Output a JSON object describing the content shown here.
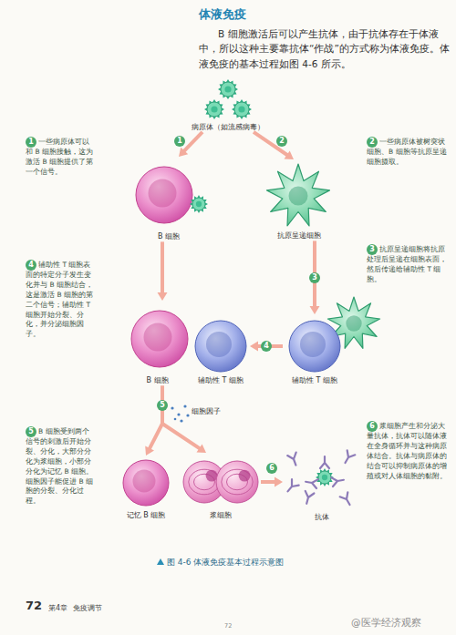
{
  "diagram": {
    "title": "体液免疫",
    "caption": "图 4-6 体液免疫基本过程示意图",
    "nodes": [
      {
        "text": [
          "病原体（如流感病毒）"
        ]
      },
      {
        "text": [
          "B 细胞"
        ]
      },
      {
        "text": [
          "抗原呈递细胞"
        ]
      },
      {
        "text": [
          "B 细胞"
        ]
      },
      {
        "text": [
          "辅助性 T 细胞"
        ]
      },
      {
        "text": [
          "辅助性 T 细胞"
        ]
      },
      {
        "text": [
          "记忆 B 细胞"
        ]
      },
      {
        "text": [
          "浆细胞"
        ]
      },
      {
        "text": [
          "抗体"
        ]
      }
    ],
    "edges": [
      {
        "from": 0,
        "to": 1,
        "arrow": "to"
      },
      {
        "from": 0,
        "to": 2,
        "arrow": "to"
      },
      {
        "from": 1,
        "to": 3,
        "arrow": "to"
      },
      {
        "from": 2,
        "to": 5,
        "arrow": "to"
      },
      {
        "from": 5,
        "to": 4,
        "arrow": "to"
      },
      {
        "from": 3,
        "to": 6,
        "arrow": "to"
      },
      {
        "from": 3,
        "to": 7,
        "arrow": "to"
      },
      {
        "from": 7,
        "to": 8,
        "arrow": "to"
      }
    ],
    "labels": [
      "B 细胞激活后可以产生抗体，由于抗体存在于体液中，所以这种主要靠抗体“作战”的方式称为体液免疫。体液免疫的基本过程如图 4-6 所示。",
      "1",
      "一些病原体可以和 B 细胞接触，这为激活 B 细胞提供了第一个信号。",
      "2",
      "一些病原体被树突状细胞、B 细胞等抗原呈递细胞摄取。",
      "4",
      "辅助性 T 细胞表面的特定分子发生变化并与 B 细胞结合，这是激活 B 细胞的第二个信号；辅助性 T 细胞开始分裂、分化，并分泌细胞因子。",
      "3",
      "抗原呈递细胞将抗原处理后呈递在细胞表面，然后传递给辅助性 T 细胞。",
      "5",
      "B 细胞受到两个信号的刺激后开始分裂、分化，大部分分化为浆细胞，小部分分化为记忆 B 细胞。细胞因子能促进 B 细胞的分裂、分化过程。",
      "6",
      "浆细胞产生和分泌大量抗体，抗体可以随体液在全身循环并与这种病原体结合。抗体与病原体的结合可以抑制病原体的增殖或对人体细胞的黏附。",
      "1",
      "2",
      "3",
      "4",
      "5",
      "6",
      "细胞因子",
      "72",
      "第4章",
      "免疫调节",
      "72",
      "@医学经济观察"
    ]
  }
}
